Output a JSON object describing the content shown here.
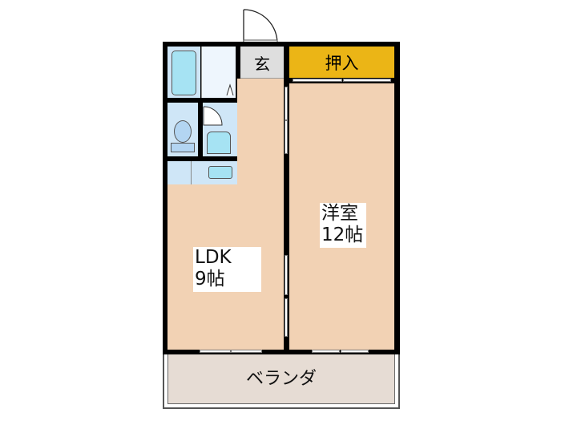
{
  "rooms": {
    "entrance": "玄",
    "closet": "押入",
    "western_room": {
      "name": "洋室",
      "size": "12帖"
    },
    "ldk": {
      "name": "LDK",
      "size": "9帖"
    },
    "balcony": "ベランダ"
  },
  "colors": {
    "floor": "#f2d2b4",
    "closet": "#ebb516",
    "entrance": "#dedede",
    "wet_area": "#cfe6f7",
    "fixture": "#a6e3f3",
    "balcony": "#e6dcd4"
  }
}
